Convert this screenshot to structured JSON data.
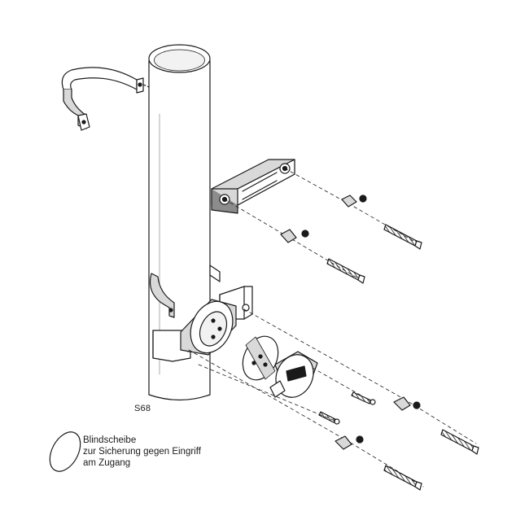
{
  "diagram": {
    "part_code": "S68",
    "legend": {
      "symbol": "ellipse",
      "lines": [
        "Blindscheibe",
        "zur Sicherung gegen Eingriff",
        "am Zugang"
      ]
    },
    "colors": {
      "stroke": "#1a1a1a",
      "fill_light": "#ffffff",
      "fill_shade": "#d9d9d9",
      "fill_dark": "#8c8c8c"
    }
  }
}
